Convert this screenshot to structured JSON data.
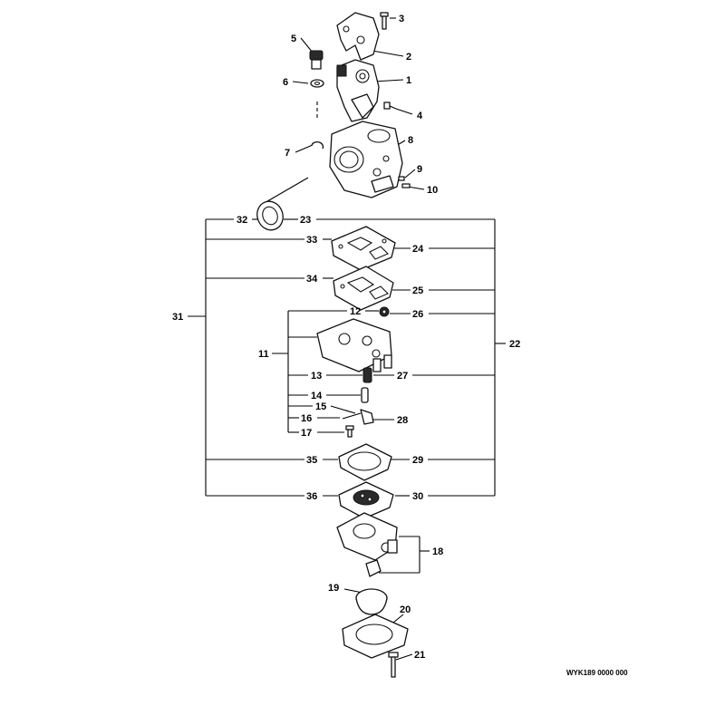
{
  "diagram": {
    "reference_code": "WYK189 0000 000",
    "labels": [
      "1",
      "2",
      "3",
      "4",
      "5",
      "6",
      "7",
      "8",
      "9",
      "10",
      "11",
      "12",
      "13",
      "14",
      "15",
      "16",
      "17",
      "18",
      "19",
      "20",
      "21",
      "22",
      "23",
      "24",
      "25",
      "26",
      "27",
      "28",
      "29",
      "30",
      "31",
      "32",
      "33",
      "34",
      "35",
      "36"
    ]
  }
}
